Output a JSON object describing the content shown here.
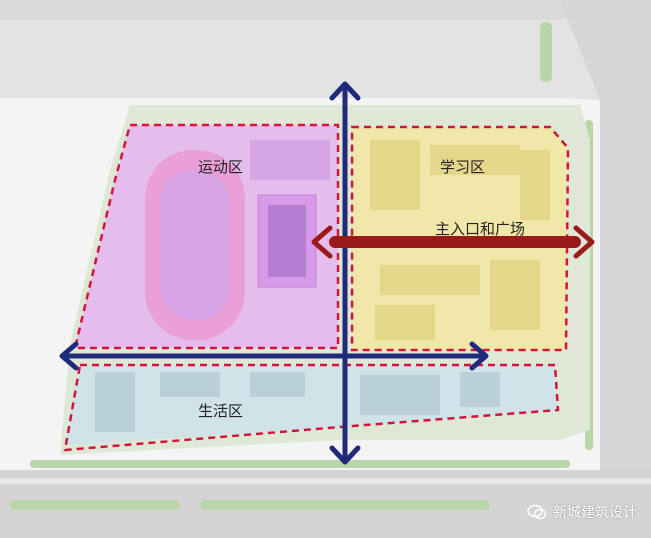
{
  "zones": {
    "sports": {
      "label": "运动区",
      "fill": "#e6b8f0"
    },
    "study": {
      "label": "学习区",
      "fill": "#f0e7a6"
    },
    "living": {
      "label": "生活区",
      "fill": "#cfe3ea"
    }
  },
  "axes": {
    "main_entrance_label": "主入口和广场",
    "main_axis_color": "#9a1a1a",
    "secondary_axis_color": "#1f2a7a"
  },
  "boundary_color": "#d2143c",
  "watermark": {
    "text": "新城建筑设计",
    "icon": "wechat-icon"
  }
}
